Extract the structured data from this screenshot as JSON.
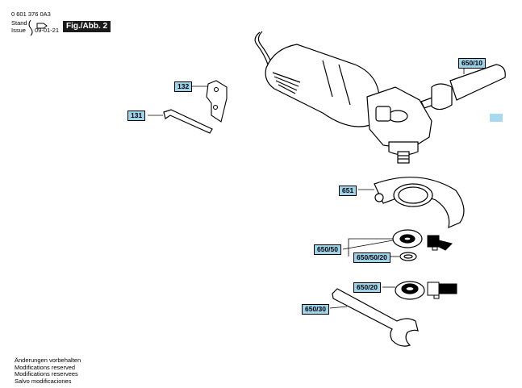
{
  "header": {
    "part_number": "0 601 376 0A3",
    "stand": "Stand",
    "issue": "Issue",
    "date": "09-01-21",
    "figure_label": "Fig./Abb. 2"
  },
  "callouts": {
    "c131": "131",
    "c132": "132",
    "c650_10": "650/10",
    "c651": "651",
    "c650_50": "650/50",
    "c650_50_20": "650/50/20",
    "c650_20": "650/20",
    "c650_30": "650/30"
  },
  "footer": [
    "Änderungen vorbehalten",
    "Modifications reserved",
    "Modifications reservees",
    "Salvo modificaciones"
  ],
  "colors": {
    "callout_fill": "#9ed3ea",
    "swatch": "#a9d9ee"
  }
}
